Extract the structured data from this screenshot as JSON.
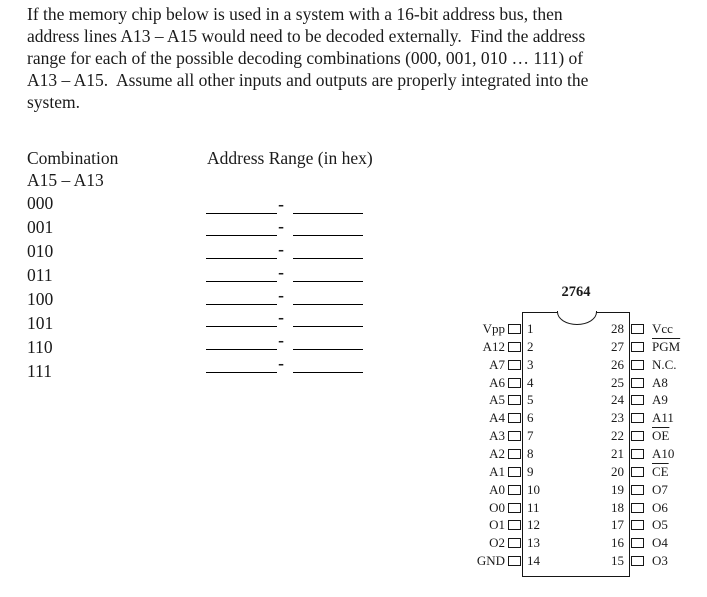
{
  "problem": {
    "lines": [
      "If the memory chip below is used in a system with a 16-bit address bus, then",
      "address lines A13 – A15 would need to be decoded externally.  Find the address",
      "range for each of the possible decoding combinations (000, 001, 010 … 111) of",
      "A13 – A15.  Assume all other inputs and outputs are properly integrated into the",
      "system."
    ]
  },
  "table": {
    "col1_header": "Combination",
    "col1_subheader": "A15 – A13",
    "col2_header": "Address Range (in hex)",
    "separator": "-",
    "combinations": [
      "000",
      "001",
      "010",
      "011",
      "100",
      "101",
      "110",
      "111"
    ]
  },
  "chip": {
    "title": "2764",
    "left_pins": [
      {
        "label": "Vpp",
        "number": "1",
        "overline": false
      },
      {
        "label": "A12",
        "number": "2",
        "overline": false
      },
      {
        "label": "A7",
        "number": "3",
        "overline": false
      },
      {
        "label": "A6",
        "number": "4",
        "overline": false
      },
      {
        "label": "A5",
        "number": "5",
        "overline": false
      },
      {
        "label": "A4",
        "number": "6",
        "overline": false
      },
      {
        "label": "A3",
        "number": "7",
        "overline": false
      },
      {
        "label": "A2",
        "number": "8",
        "overline": false
      },
      {
        "label": "A1",
        "number": "9",
        "overline": false
      },
      {
        "label": "A0",
        "number": "10",
        "overline": false
      },
      {
        "label": "O0",
        "number": "11",
        "overline": false
      },
      {
        "label": "O1",
        "number": "12",
        "overline": false
      },
      {
        "label": "O2",
        "number": "13",
        "overline": false
      },
      {
        "label": "GND",
        "number": "14",
        "overline": false
      }
    ],
    "right_pins": [
      {
        "label": "Vcc",
        "number": "28",
        "overline": false
      },
      {
        "label": "PGM",
        "number": "27",
        "overline": true
      },
      {
        "label": "N.C.",
        "number": "26",
        "overline": false
      },
      {
        "label": "A8",
        "number": "25",
        "overline": false
      },
      {
        "label": "A9",
        "number": "24",
        "overline": false
      },
      {
        "label": "A11",
        "number": "23",
        "overline": false
      },
      {
        "label": "OE",
        "number": "22",
        "overline": true
      },
      {
        "label": "A10",
        "number": "21",
        "overline": false
      },
      {
        "label": "CE",
        "number": "20",
        "overline": true
      },
      {
        "label": "O7",
        "number": "19",
        "overline": false
      },
      {
        "label": "O6",
        "number": "18",
        "overline": false
      },
      {
        "label": "O5",
        "number": "17",
        "overline": false
      },
      {
        "label": "O4",
        "number": "16",
        "overline": false
      },
      {
        "label": "O3",
        "number": "15",
        "overline": false
      }
    ]
  },
  "colors": {
    "text": "#1a1a1a",
    "line": "#000000"
  }
}
